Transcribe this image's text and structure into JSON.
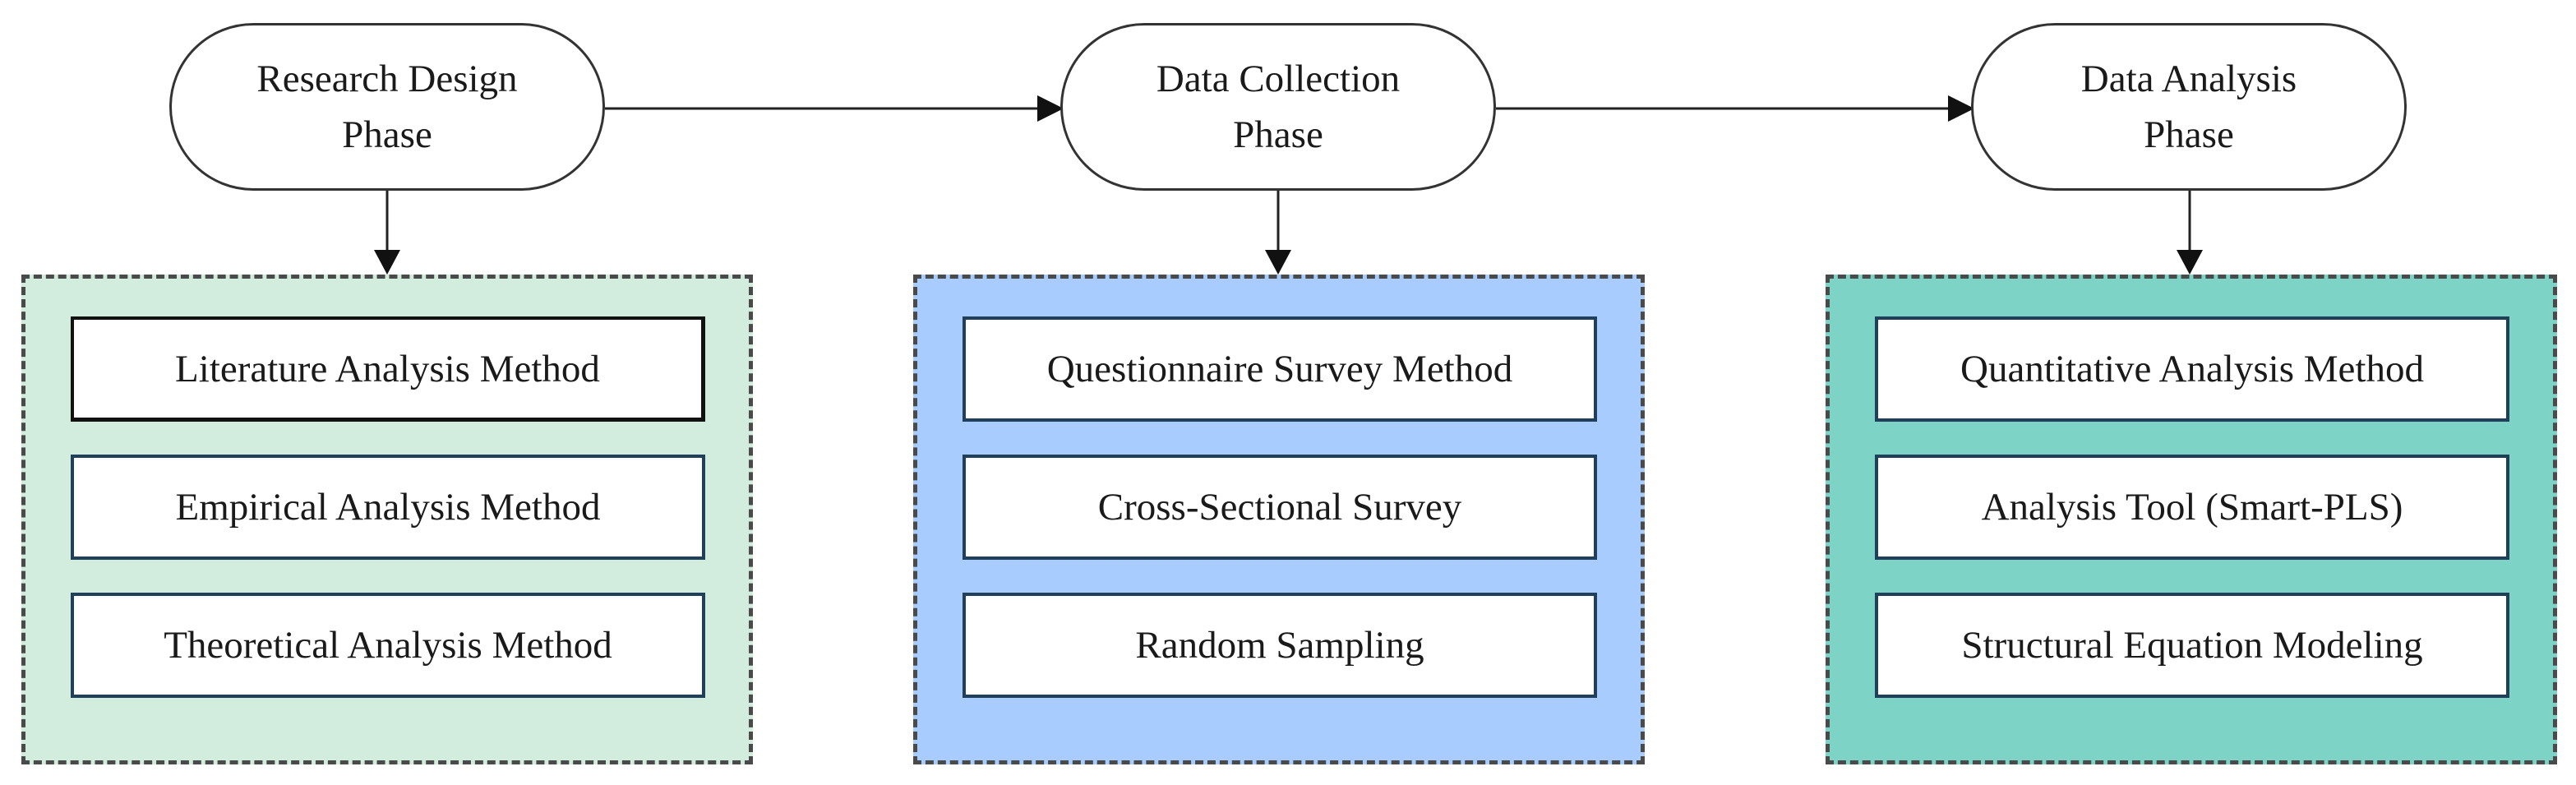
{
  "phases": [
    {
      "lines": [
        "Research Design",
        "Phase"
      ],
      "color": "#d2ecde",
      "methods": [
        "Literature Analysis Method",
        "Empirical Analysis Method",
        "Theoretical Analysis Method"
      ]
    },
    {
      "lines": [
        "Data Collection",
        "Phase"
      ],
      "color": "#a9ccff",
      "methods": [
        "Questionnaire Survey Method",
        "Cross-Sectional Survey",
        "Random Sampling"
      ]
    },
    {
      "lines": [
        "Data Analysis",
        "Phase"
      ],
      "color": "#7cd3c6",
      "methods": [
        "Quantitative Analysis Method",
        "Analysis Tool (Smart-PLS)",
        "Structural Equation Modeling"
      ]
    }
  ]
}
